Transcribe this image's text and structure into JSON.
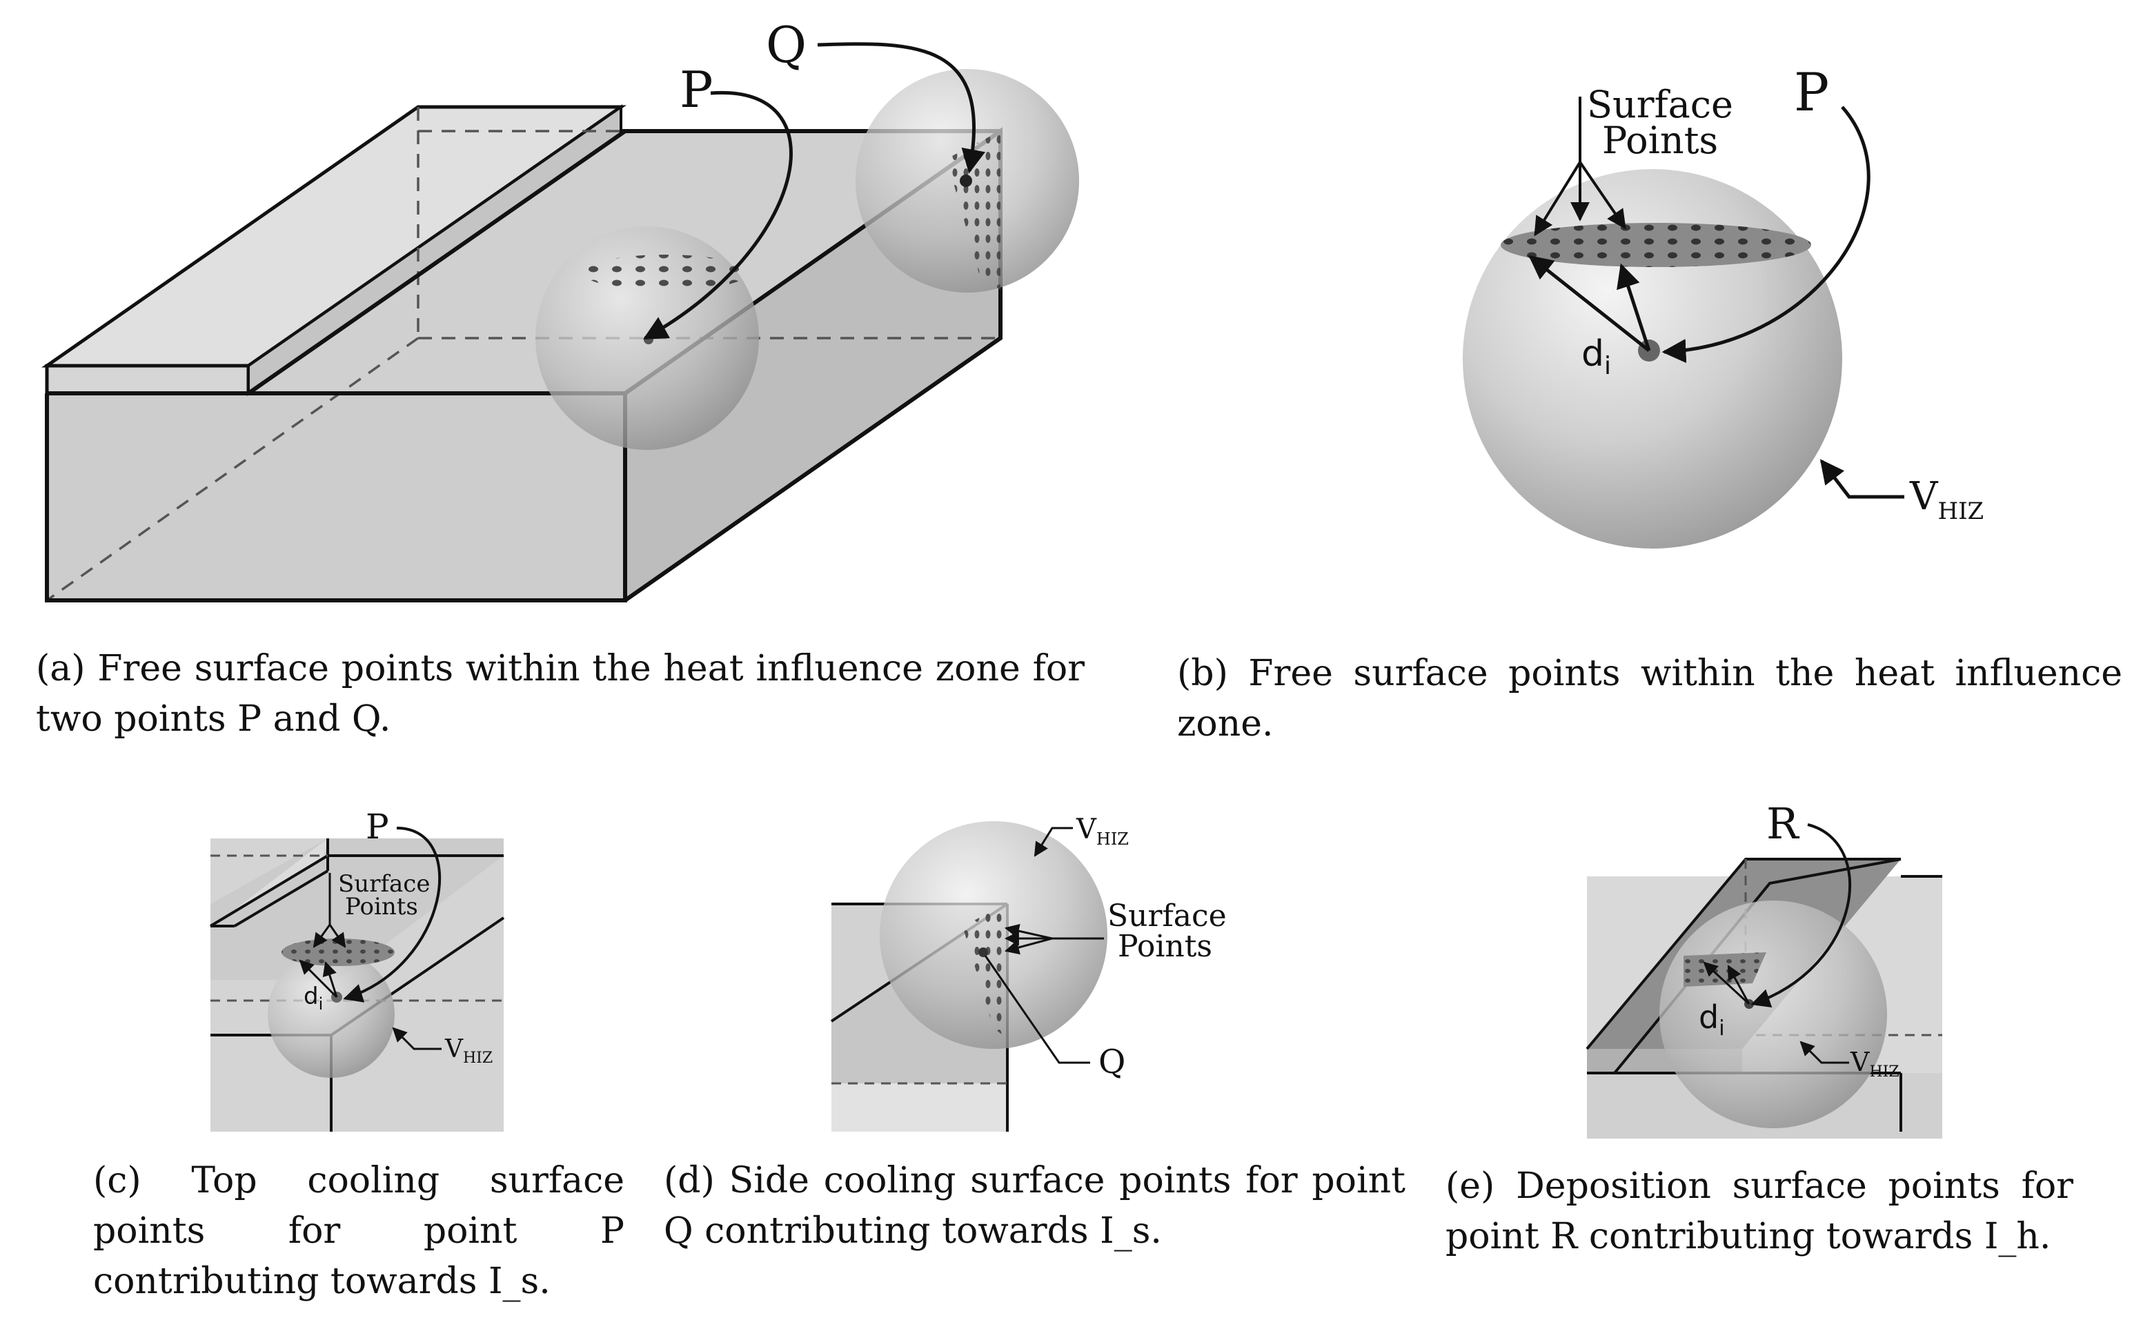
{
  "panels": {
    "a": {
      "labels": {
        "p": "P",
        "q": "Q"
      },
      "caption": "(a) Free surface points within the heat influence zone for two points P and Q."
    },
    "b": {
      "labels": {
        "p": "P",
        "surface_line1": "Surface",
        "surface_line2": "Points",
        "di_base": "d",
        "di_sub": "i",
        "vhiz_base": "V",
        "vhiz_sub": "HIZ"
      },
      "caption": "(b) Free surface points within the heat influence zone."
    },
    "c": {
      "labels": {
        "p": "P",
        "surface_line1": "Surface",
        "surface_line2": "Points",
        "di_base": "d",
        "di_sub": "i",
        "vhiz_base": "V",
        "vhiz_sub": "HIZ"
      },
      "caption": "(c) Top cooling surface points for point P contributing towards I_s."
    },
    "d": {
      "labels": {
        "q": "Q",
        "surface_line1": "Surface",
        "surface_line2": "Points",
        "vhiz_base": "V",
        "vhiz_sub": "HIZ"
      },
      "caption": "(d) Side cooling surface points for point Q contributing towards I_s."
    },
    "e": {
      "labels": {
        "r": "R",
        "di_base": "d",
        "di_sub": "i",
        "vhiz_base": "V",
        "vhiz_sub": "HIZ"
      },
      "caption": "(e) Deposition surface points for point R contributing towards I_h."
    }
  }
}
